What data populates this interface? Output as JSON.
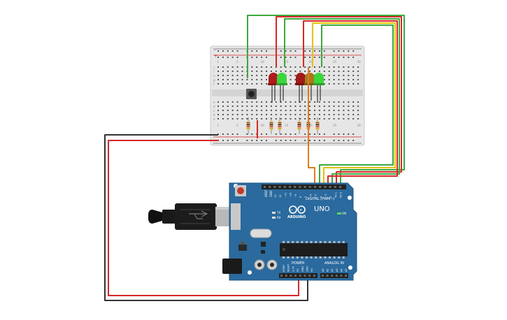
{
  "arduino": {
    "logo_text": "ARDUINO",
    "model": "UNO",
    "on_label": "ON",
    "tx_label": "TX",
    "rx_label": "RX",
    "digital_header": "DIGITAL (PWM~)",
    "analog_header": "ANALOG IN",
    "power_header": "POWER",
    "aref_label": "AREF",
    "gnd_label": "GND",
    "digital_pins": [
      "13",
      "12",
      "~11",
      "~10",
      "~9",
      "8",
      "7",
      "~6",
      "~5",
      "4",
      "~3",
      "2",
      "TX 1",
      "RX 0"
    ],
    "analog_pins": [
      "A0",
      "A1",
      "A2",
      "A3",
      "A4",
      "A5"
    ],
    "power_pins": [
      "IOREF",
      "RESET",
      "3.3V",
      "5V",
      "GND",
      "GND",
      "Vin"
    ]
  },
  "breadboard": {
    "column_numbers": [
      "1",
      "5",
      "10",
      "15",
      "20",
      "25",
      "30"
    ],
    "row_letters_top": [
      "j",
      "i",
      "h",
      "g",
      "f"
    ],
    "row_letters_bottom": [
      "e",
      "d",
      "c",
      "b",
      "a"
    ],
    "rail_plus": "+",
    "rail_minus": "-"
  },
  "components": {
    "leds": [
      {
        "color": "red"
      },
      {
        "color": "green"
      },
      {
        "color": "red"
      },
      {
        "color": "yellow"
      },
      {
        "color": "green"
      }
    ],
    "resistors": 6,
    "pushbuttons": 1
  },
  "colors": {
    "board_blue": "#2a6a9e",
    "breadboard": "#e8e8e8",
    "wire_red": "#d62828",
    "wire_black": "#333333",
    "wire_green": "#3da83d",
    "wire_yellow": "#e6c200",
    "wire_orange": "#e07b1a",
    "led_red": "#b01c1c",
    "led_green": "#3bd63b",
    "led_yellow": "#a87a1a"
  }
}
